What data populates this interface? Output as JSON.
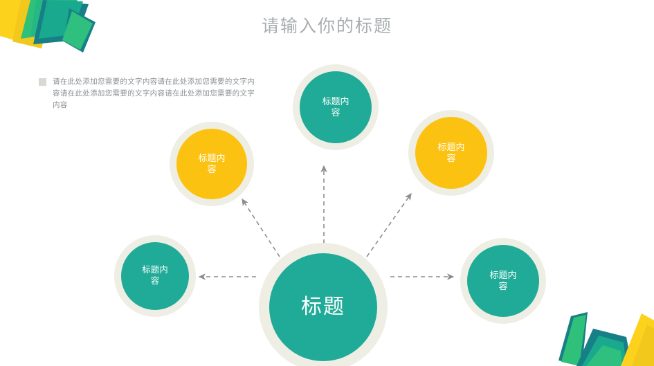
{
  "slide": {
    "title": "请输入你的标题",
    "background_color": "#ffffff"
  },
  "description": {
    "bullet_icon": "square-bullet-icon",
    "text": "请在此处添加您需要的文字内容请在此处添加您需要的文字内容请在此处添加您需要的文字内容请在此处添加您需要的文字内容"
  },
  "diagram": {
    "center": {
      "label": "标题",
      "color": "#1fab97",
      "ring_color": "#eeeee5"
    },
    "nodes": [
      {
        "id": "top",
        "label": "标题内容",
        "color": "#1fab97",
        "ring_color": "#eeeee5"
      },
      {
        "id": "left-upper",
        "label": "标题内容",
        "color": "#fcc211",
        "ring_color": "#eeeee5"
      },
      {
        "id": "right-upper",
        "label": "标题内容",
        "color": "#fcc211",
        "ring_color": "#eeeee5"
      },
      {
        "id": "left",
        "label": "标题内容",
        "color": "#1fab97",
        "ring_color": "#eeeee5"
      },
      {
        "id": "right",
        "label": "标题内容",
        "color": "#1fab97",
        "ring_color": "#eeeee5"
      }
    ],
    "connector_color": "#8d8d8d",
    "connector_style": "dashed-arrow"
  },
  "decoration": {
    "top_left": "abstract-polygon-cluster",
    "bottom_right": "abstract-polygon-cluster",
    "palette": {
      "yellow": "#fcd21c",
      "green": "#2fc07a",
      "teal": "#19a98e",
      "dark_teal": "#177f86"
    }
  },
  "title_color": "#a9adb0",
  "body_text_color": "#8b8f93"
}
